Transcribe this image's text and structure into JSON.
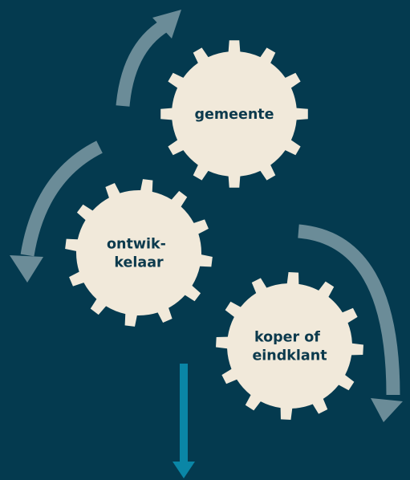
{
  "diagram": {
    "background_color": "#043a4f",
    "gear_color": "#f1e9da",
    "label_color": "#0c3a4d",
    "cycle_arrow_color": "#6b8c98",
    "output_arrow_color": "#0a86a6",
    "gears": [
      {
        "id": "gemeente",
        "label_lines": [
          "gemeente"
        ]
      },
      {
        "id": "ontwikkelaar",
        "label_lines": [
          "ontwik-",
          "kelaar"
        ]
      },
      {
        "id": "koper",
        "label_lines": [
          "koper of",
          "eindklant"
        ]
      }
    ]
  }
}
